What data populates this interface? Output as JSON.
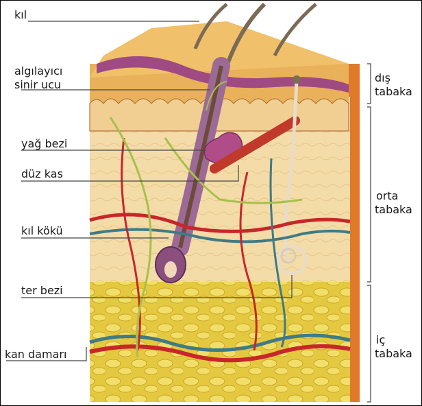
{
  "labels": {
    "kil": "kıl",
    "receptor_line1": "algılayıcı",
    "receptor_line2": "sinir ucu",
    "oil_gland": "yağ bezi",
    "smooth_muscle": "düz kas",
    "hair_root": "kıl kökü",
    "sweat_gland": "ter bezi",
    "blood_vessel": "kan damarı",
    "outer_line1": "dış",
    "outer_line2": "tabaka",
    "middle_line1": "orta",
    "middle_line2": "tabaka",
    "inner_line1": "iç",
    "inner_line2": "tabaka"
  },
  "colors": {
    "epidermis": "#e3a64a",
    "dermis": "#f3d9a4",
    "fat": "#e8d14c",
    "hair": "#8b5e86",
    "artery": "#c8262b",
    "vein": "#3f7a86",
    "nerve": "#a7c04c"
  }
}
